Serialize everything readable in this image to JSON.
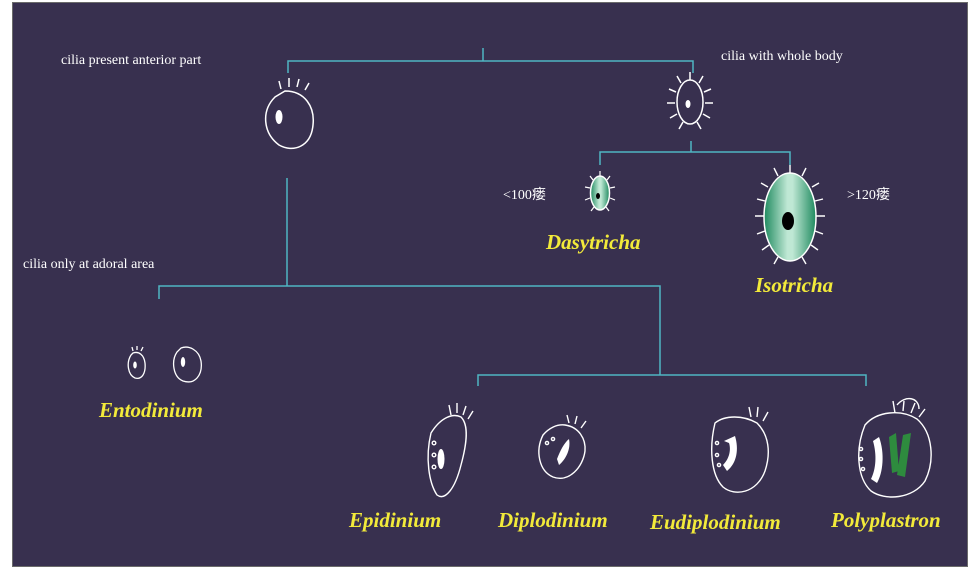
{
  "labels": {
    "cilia_anterior": "cilia present anterior part",
    "cilia_whole": "cilia with whole body",
    "cilia_adoral": "cilia only at adoral area",
    "size_small": "<100瘘",
    "size_large": ">120瘘"
  },
  "taxa": {
    "dasytricha": "Dasytricha",
    "isotricha": "Isotricha",
    "entodinium": "Entodinium",
    "epidinium": "Epidinium",
    "diplodinium": "Diplodinium",
    "eudiplodinium": "Eudiplodinium",
    "polyplastron": "Polyplastron"
  },
  "colors": {
    "background": "#38304f",
    "connector": "#4fb6c4",
    "taxon_text": "#f2ea3a",
    "label_text": "#ffffff",
    "outline": "#ffffff",
    "isotrichid_fill_dark": "#1f8a5f",
    "polyplastron_plate": "#2e8b3e"
  }
}
